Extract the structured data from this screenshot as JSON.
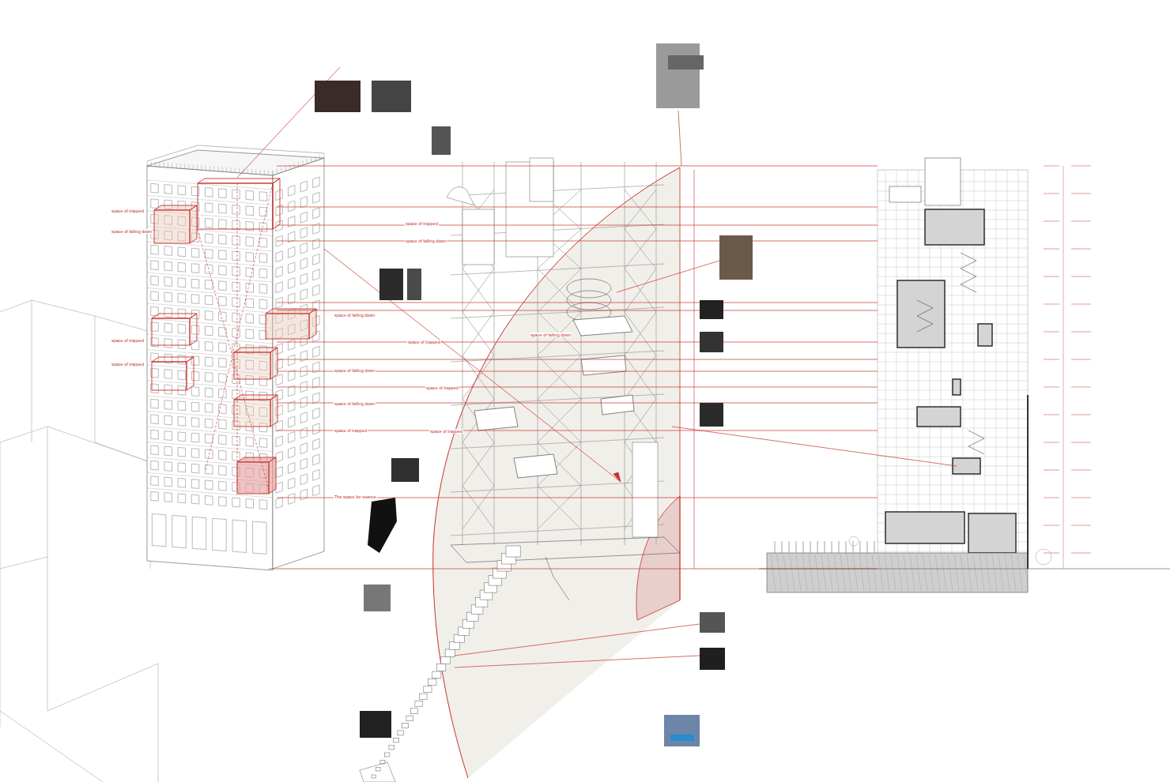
{
  "diagram": {
    "labels": [
      "space of trapped",
      "space of falling down",
      "space of trapped",
      "space of trapped",
      "space of falling down",
      "space of falling down",
      "space of falling down",
      "space of trapped",
      "The space for seance",
      "space of trapped",
      "space of falling down",
      "space of trapped",
      "space of trapped",
      "space of trapped",
      "space of falling down"
    ]
  }
}
